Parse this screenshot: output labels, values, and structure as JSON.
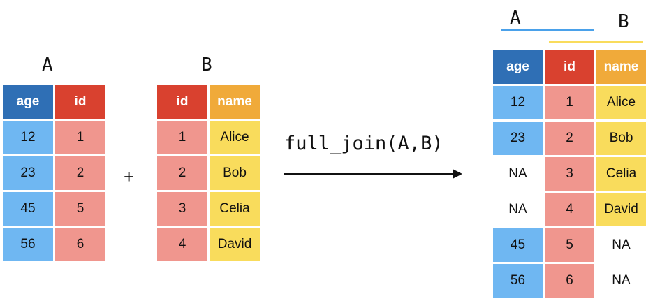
{
  "colors": {
    "age_header": "#2f6fb5",
    "id_header": "#d9412f",
    "name_header": "#f0aa3a",
    "age_cell": "#6fb7f2",
    "id_cell": "#f0968e",
    "name_cell": "#f9dc5c",
    "na_cell": "#ffffff",
    "line_a": "#4aa1ea",
    "line_b": "#f9dc5c"
  },
  "table_a": {
    "label": "A",
    "headers": [
      "age",
      "id"
    ],
    "rows": [
      [
        "12",
        "1"
      ],
      [
        "23",
        "2"
      ],
      [
        "45",
        "5"
      ],
      [
        "56",
        "6"
      ]
    ]
  },
  "plus": "+",
  "table_b": {
    "label": "B",
    "headers": [
      "id",
      "name"
    ],
    "rows": [
      [
        "1",
        "Alice"
      ],
      [
        "2",
        "Bob"
      ],
      [
        "3",
        "Celia"
      ],
      [
        "4",
        "David"
      ]
    ]
  },
  "operation": "full_join(A,B)",
  "result": {
    "label_a": "A",
    "label_b": "B",
    "headers": [
      "age",
      "id",
      "name"
    ],
    "rows": [
      [
        "12",
        "1",
        "Alice"
      ],
      [
        "23",
        "2",
        "Bob"
      ],
      [
        "NA",
        "3",
        "Celia"
      ],
      [
        "NA",
        "4",
        "David"
      ],
      [
        "45",
        "5",
        "NA"
      ],
      [
        "56",
        "6",
        "NA"
      ]
    ]
  }
}
